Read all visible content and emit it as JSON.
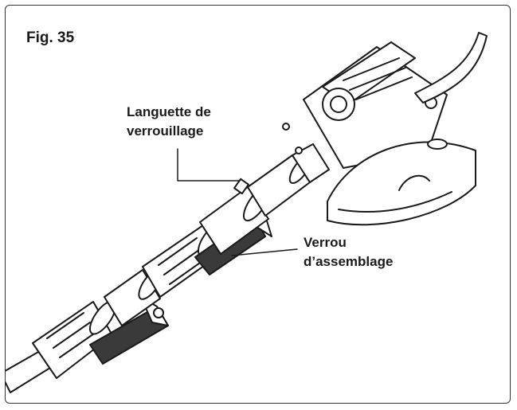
{
  "figure": {
    "title": "Fig. 35",
    "callouts": [
      {
        "lines": [
          "Languette de",
          "verrouillage"
        ]
      },
      {
        "lines": [
          "Verrou",
          "d’assemblage"
        ]
      }
    ],
    "colors": {
      "ink": "#1a1a1a",
      "frame": "#333333",
      "paper": "#ffffff",
      "shade": "#3a3a3a"
    }
  }
}
